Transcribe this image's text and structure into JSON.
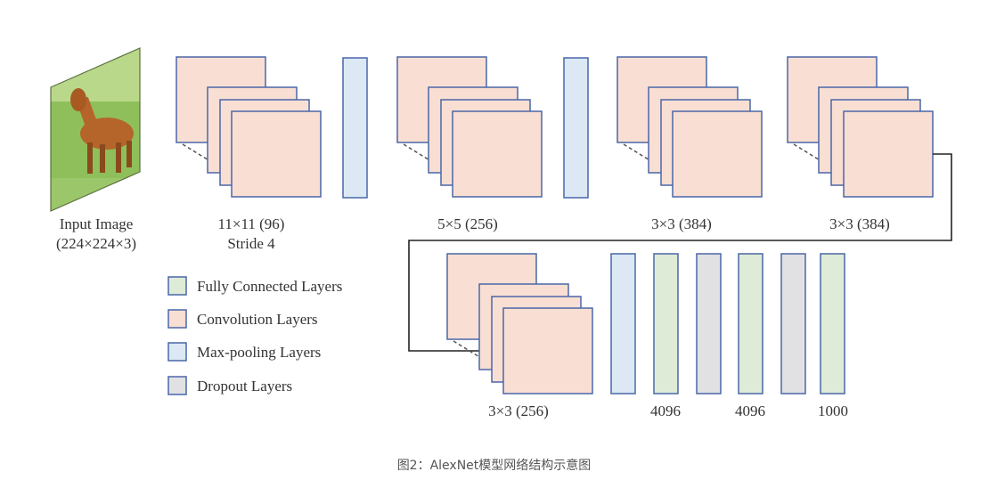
{
  "colors": {
    "conv_fill": "#f9dfd3",
    "pool_fill": "#dce9f5",
    "fc_fill": "#deebd7",
    "dropout_fill": "#e1e1e3",
    "stroke": "#4a67a8",
    "arrow": "#222222"
  },
  "input": {
    "label_line1": "Input Image",
    "label_line2": "(224×224×3)",
    "image_subject": "horse-photo"
  },
  "row1": {
    "conv1_line1": "11×11 (96)",
    "conv1_line2": "Stride 4",
    "conv2": "5×5 (256)",
    "conv3": "3×3 (384)",
    "conv4": "3×3 (384)"
  },
  "row2": {
    "conv5": "3×3 (256)",
    "fc1": "4096",
    "fc2": "4096",
    "fc3": "1000"
  },
  "legend": {
    "items": [
      {
        "label": "Fully Connected Layers",
        "type": "fc"
      },
      {
        "label": "Convolution Layers",
        "type": "conv"
      },
      {
        "label": "Max-pooling Layers",
        "type": "pool"
      },
      {
        "label": "Dropout Layers",
        "type": "dropout"
      }
    ]
  },
  "caption": "图2：AlexNet模型网络结构示意图"
}
